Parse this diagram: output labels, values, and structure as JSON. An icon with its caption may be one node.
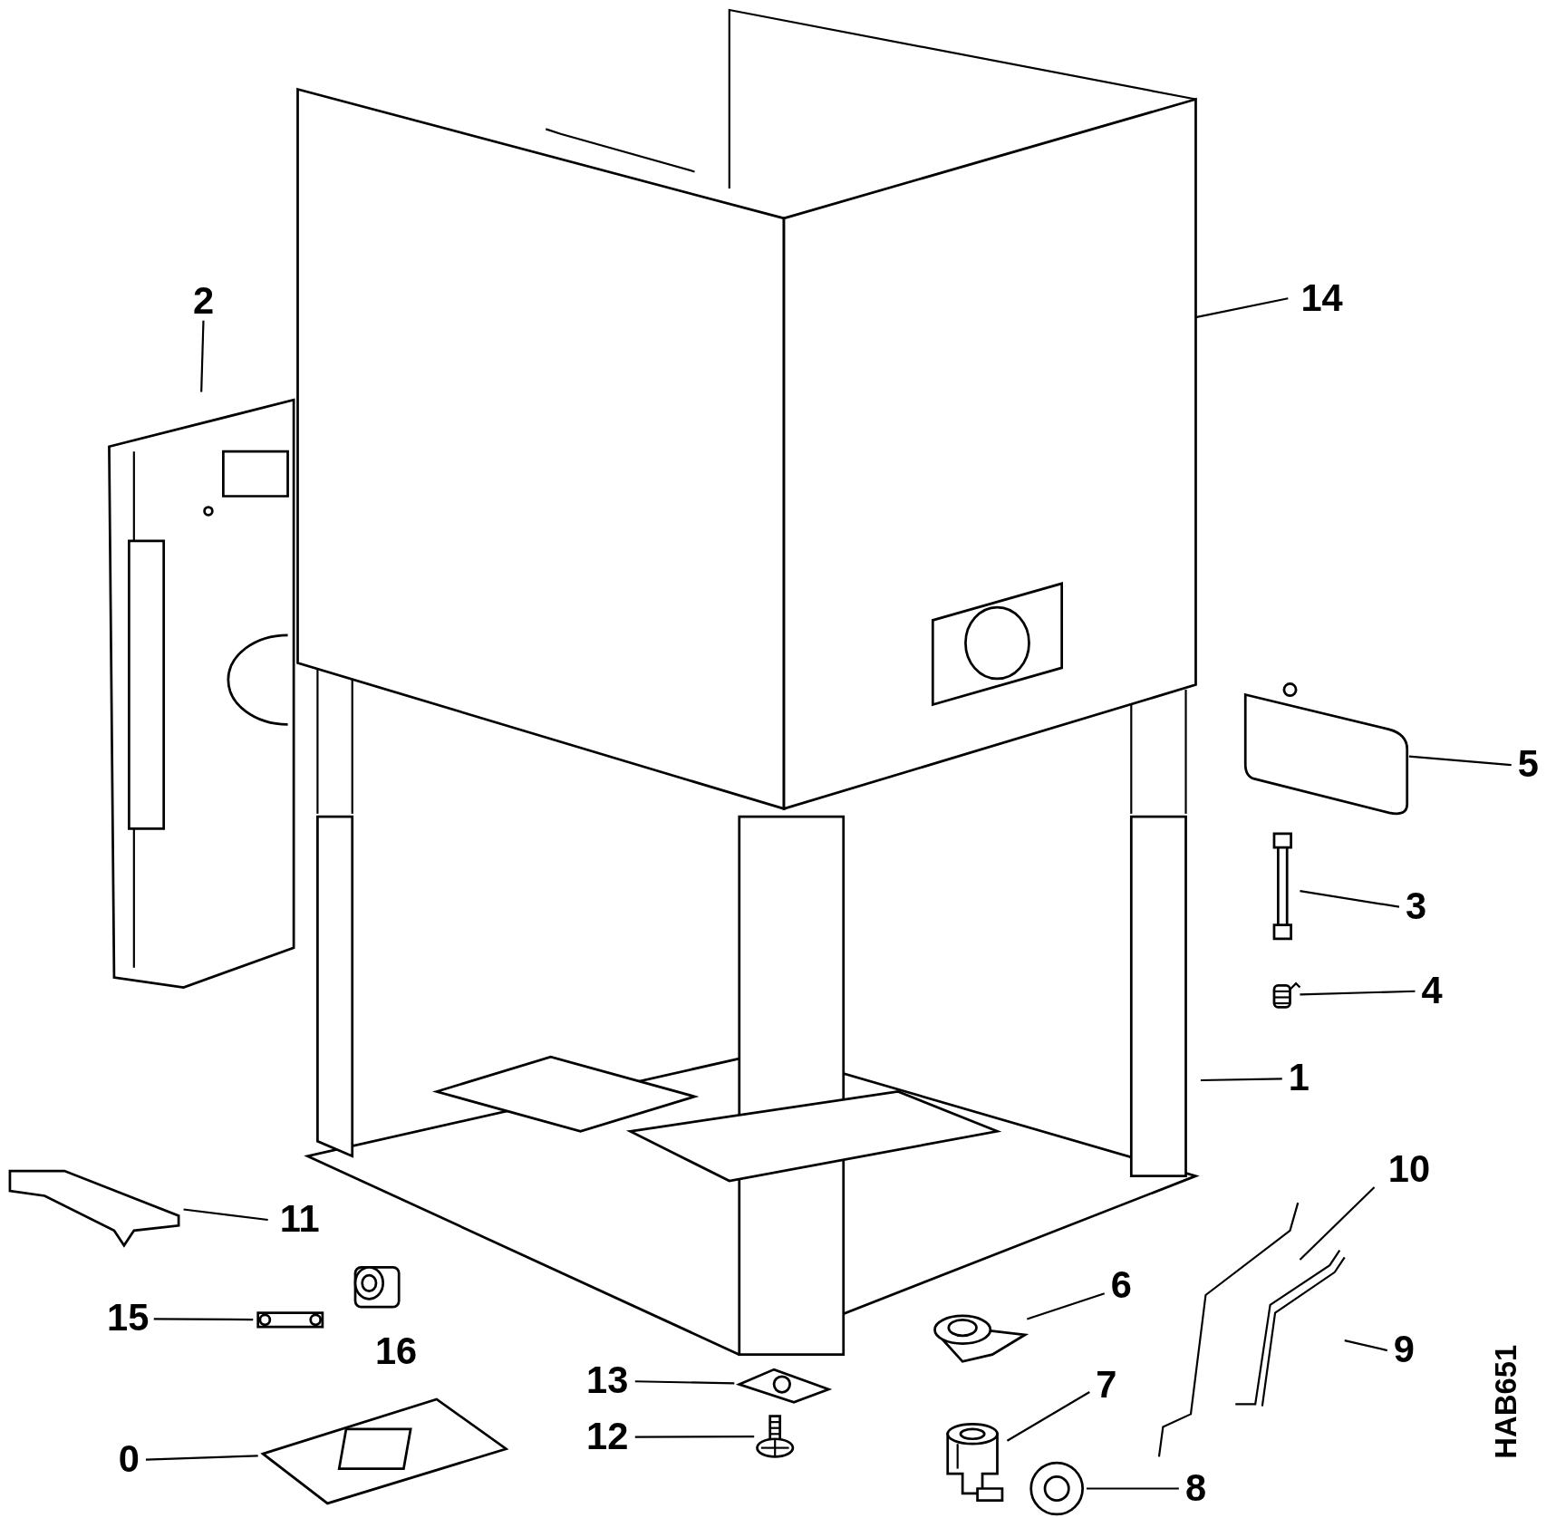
{
  "diagram": {
    "nodes": [
      {
        "text": [
          "2"
        ]
      },
      {
        "text": [],
        "shape": "picture"
      },
      {
        "text": [
          "14"
        ]
      },
      {
        "text": [],
        "shape": "picture"
      },
      {
        "text": [
          "5"
        ]
      },
      {
        "text": [],
        "shape": "picture"
      },
      {
        "text": [
          "3"
        ]
      },
      {
        "text": [],
        "shape": "picture"
      },
      {
        "text": [
          "4"
        ]
      },
      {
        "text": [],
        "shape": "picture"
      },
      {
        "text": [
          "1"
        ]
      },
      {
        "text": [],
        "shape": "picture"
      },
      {
        "text": [
          "10"
        ]
      },
      {
        "text": [],
        "shape": "picture"
      },
      {
        "text": [
          "11"
        ]
      },
      {
        "text": [],
        "shape": "picture"
      },
      {
        "text": [
          "6"
        ]
      },
      {
        "text": [],
        "shape": "picture"
      },
      {
        "text": [
          "9"
        ]
      },
      {
        "text": [],
        "shape": "picture"
      },
      {
        "text": [
          "15"
        ]
      },
      {
        "text": [],
        "shape": "picture"
      },
      {
        "text": [
          "13"
        ]
      },
      {
        "text": [],
        "shape": "picture"
      },
      {
        "text": [
          "7"
        ]
      },
      {
        "text": [],
        "shape": "picture"
      },
      {
        "text": [
          "12"
        ]
      },
      {
        "text": [],
        "shape": "picture"
      },
      {
        "text": [
          "0"
        ]
      },
      {
        "text": [],
        "shape": "picture"
      },
      {
        "text": [
          "8"
        ]
      },
      {
        "text": [],
        "shape": "picture"
      }
    ],
    "edges": [
      {
        "from": 0,
        "to": 1,
        "arrow": "none"
      },
      {
        "from": 2,
        "to": 3,
        "arrow": "none"
      },
      {
        "from": 4,
        "to": 5,
        "arrow": "none"
      },
      {
        "from": 6,
        "to": 7,
        "arrow": "none"
      },
      {
        "from": 8,
        "to": 9,
        "arrow": "none"
      },
      {
        "from": 10,
        "to": 11,
        "arrow": "none"
      },
      {
        "from": 12,
        "to": 13,
        "arrow": "none"
      },
      {
        "from": 14,
        "to": 15,
        "arrow": "none"
      },
      {
        "from": 16,
        "to": 17,
        "arrow": "none"
      },
      {
        "from": 18,
        "to": 19,
        "arrow": "none"
      },
      {
        "from": 20,
        "to": 21,
        "arrow": "none"
      },
      {
        "from": 22,
        "to": 23,
        "arrow": "none"
      },
      {
        "from": 24,
        "to": 25,
        "arrow": "none"
      },
      {
        "from": 26,
        "to": 27,
        "arrow": "none"
      },
      {
        "from": 28,
        "to": 29,
        "arrow": "none"
      },
      {
        "from": 30,
        "to": 31,
        "arrow": "none"
      }
    ],
    "labels": [
      "16",
      "HAB651"
    ]
  }
}
